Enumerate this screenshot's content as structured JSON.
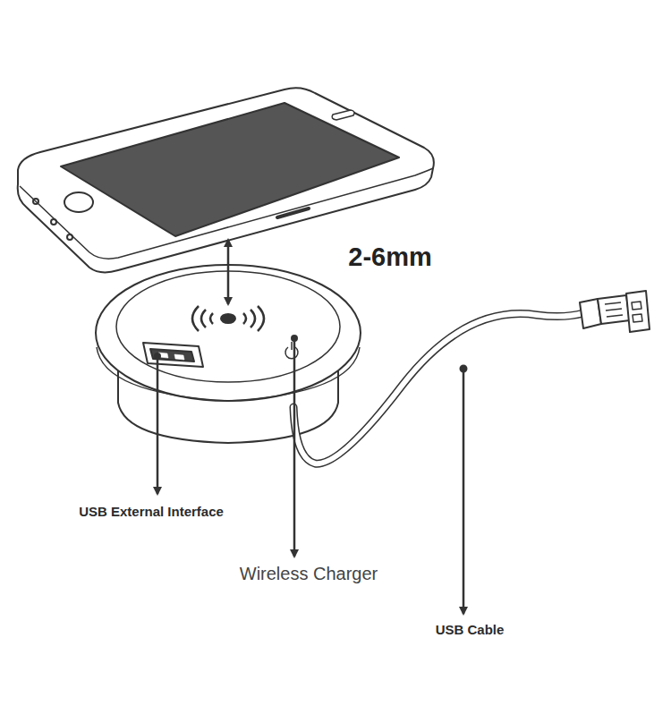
{
  "diagram": {
    "labels": [
      "2-6mm",
      "USB External Interface",
      "Wireless Charger",
      "USB Cable"
    ]
  }
}
